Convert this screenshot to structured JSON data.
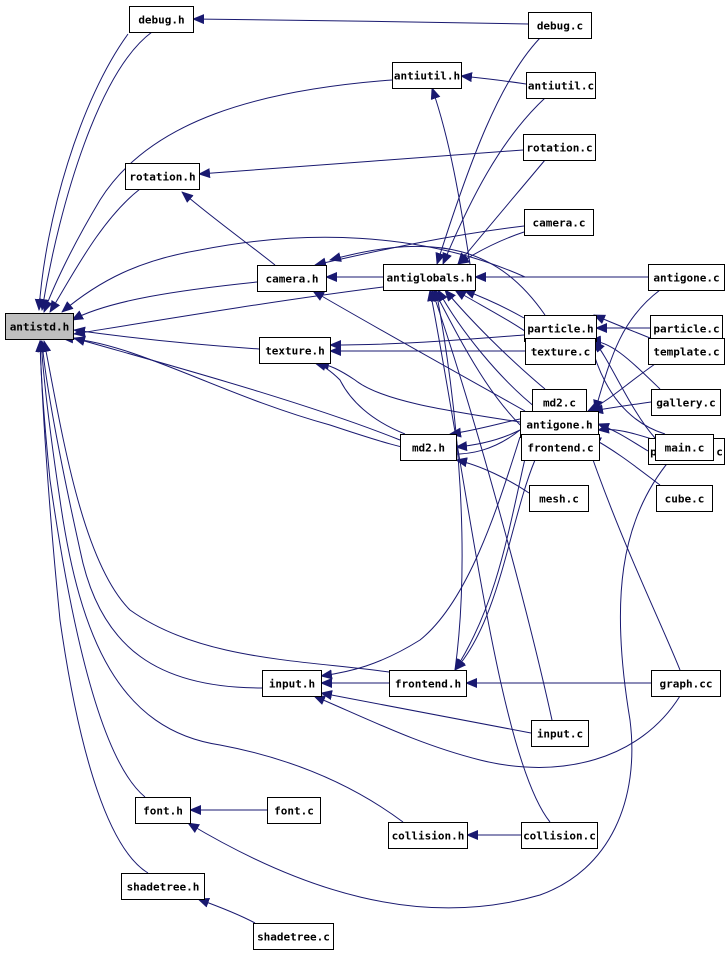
{
  "colors": {
    "edge": "#191970",
    "node_border": "#000000",
    "node_fill": "#ffffff",
    "root_fill": "#bfbfbf"
  },
  "nodes": [
    {
      "id": "antistd",
      "label": "antistd.h",
      "root": true
    },
    {
      "id": "debug_h",
      "label": "debug.h"
    },
    {
      "id": "debug_c",
      "label": "debug.c"
    },
    {
      "id": "antiutil_h",
      "label": "antiutil.h"
    },
    {
      "id": "antiutil_c",
      "label": "antiutil.c"
    },
    {
      "id": "rotation_h",
      "label": "rotation.h"
    },
    {
      "id": "rotation_c",
      "label": "rotation.c"
    },
    {
      "id": "camera_c",
      "label": "camera.c"
    },
    {
      "id": "camera_h",
      "label": "camera.h"
    },
    {
      "id": "antiglobals_h",
      "label": "antiglobals.h"
    },
    {
      "id": "antigone_c",
      "label": "antigone.c"
    },
    {
      "id": "particle_h",
      "label": "particle.h"
    },
    {
      "id": "particle_c",
      "label": "particle.c"
    },
    {
      "id": "texture_h",
      "label": "texture.h"
    },
    {
      "id": "texture_c",
      "label": "texture.c"
    },
    {
      "id": "template_c",
      "label": "template.c"
    },
    {
      "id": "md2_c",
      "label": "md2.c"
    },
    {
      "id": "gallery_c",
      "label": "gallery.c"
    },
    {
      "id": "antigone_h",
      "label": "antigone.h"
    },
    {
      "id": "particles_c",
      "label": "particles.c"
    },
    {
      "id": "md2_h",
      "label": "md2.h"
    },
    {
      "id": "frontend_c",
      "label": "frontend.c"
    },
    {
      "id": "main_c",
      "label": "main.c"
    },
    {
      "id": "mesh_c",
      "label": "mesh.c"
    },
    {
      "id": "cube_c",
      "label": "cube.c"
    },
    {
      "id": "input_h",
      "label": "input.h"
    },
    {
      "id": "frontend_h",
      "label": "frontend.h"
    },
    {
      "id": "graph_cc",
      "label": "graph.cc"
    },
    {
      "id": "input_c",
      "label": "input.c"
    },
    {
      "id": "font_h",
      "label": "font.h"
    },
    {
      "id": "font_c",
      "label": "font.c"
    },
    {
      "id": "collision_h",
      "label": "collision.h"
    },
    {
      "id": "collision_c",
      "label": "collision.c"
    },
    {
      "id": "shadetree_h",
      "label": "shadetree.h"
    },
    {
      "id": "shadetree_c",
      "label": "shadetree.c"
    }
  ]
}
